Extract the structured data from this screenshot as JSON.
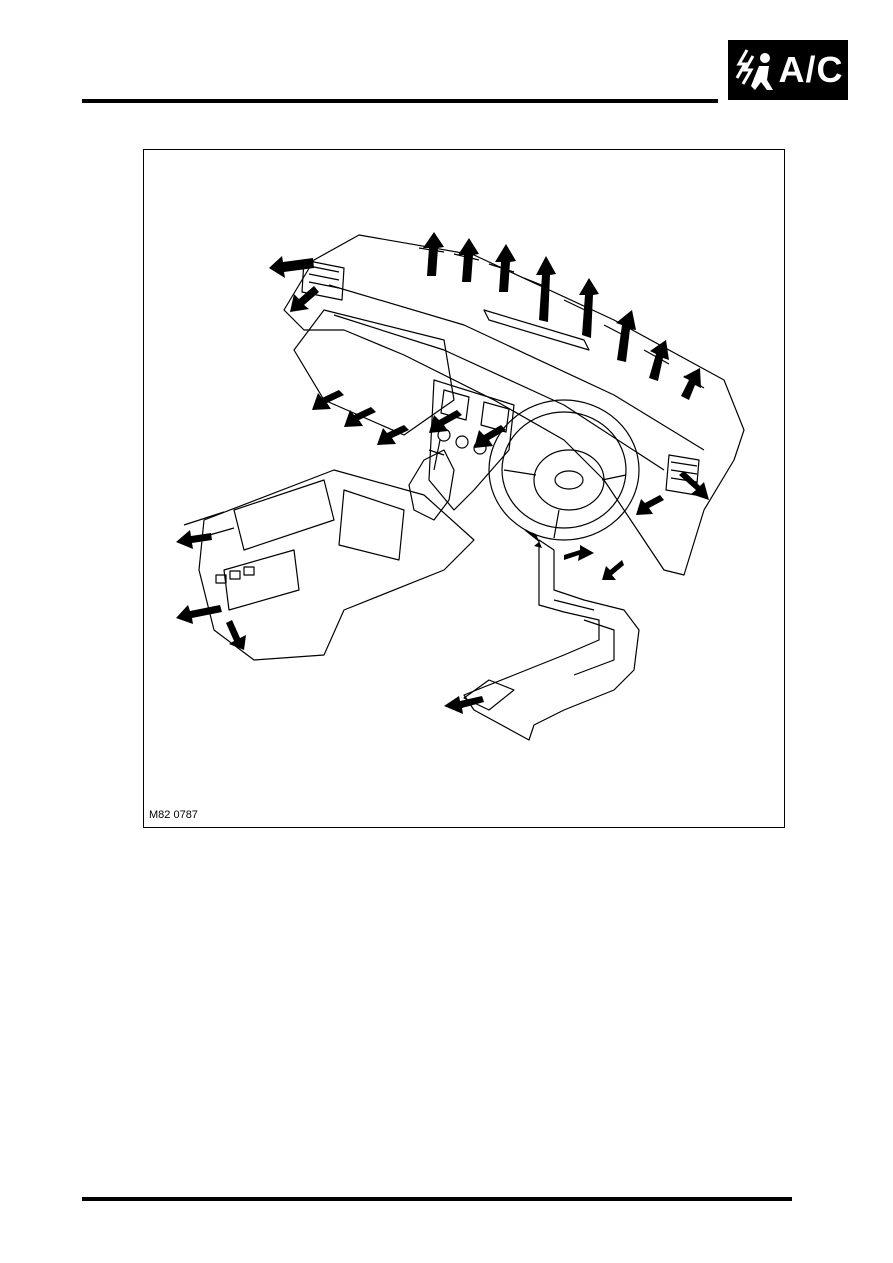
{
  "header": {
    "section_badge": "A/C",
    "badge_icon": "airflow-person-icon"
  },
  "figure": {
    "id_label": "M82 0787",
    "illustration": "dashboard-airflow-diagram"
  },
  "colors": {
    "ink": "#000000",
    "paper": "#ffffff"
  }
}
